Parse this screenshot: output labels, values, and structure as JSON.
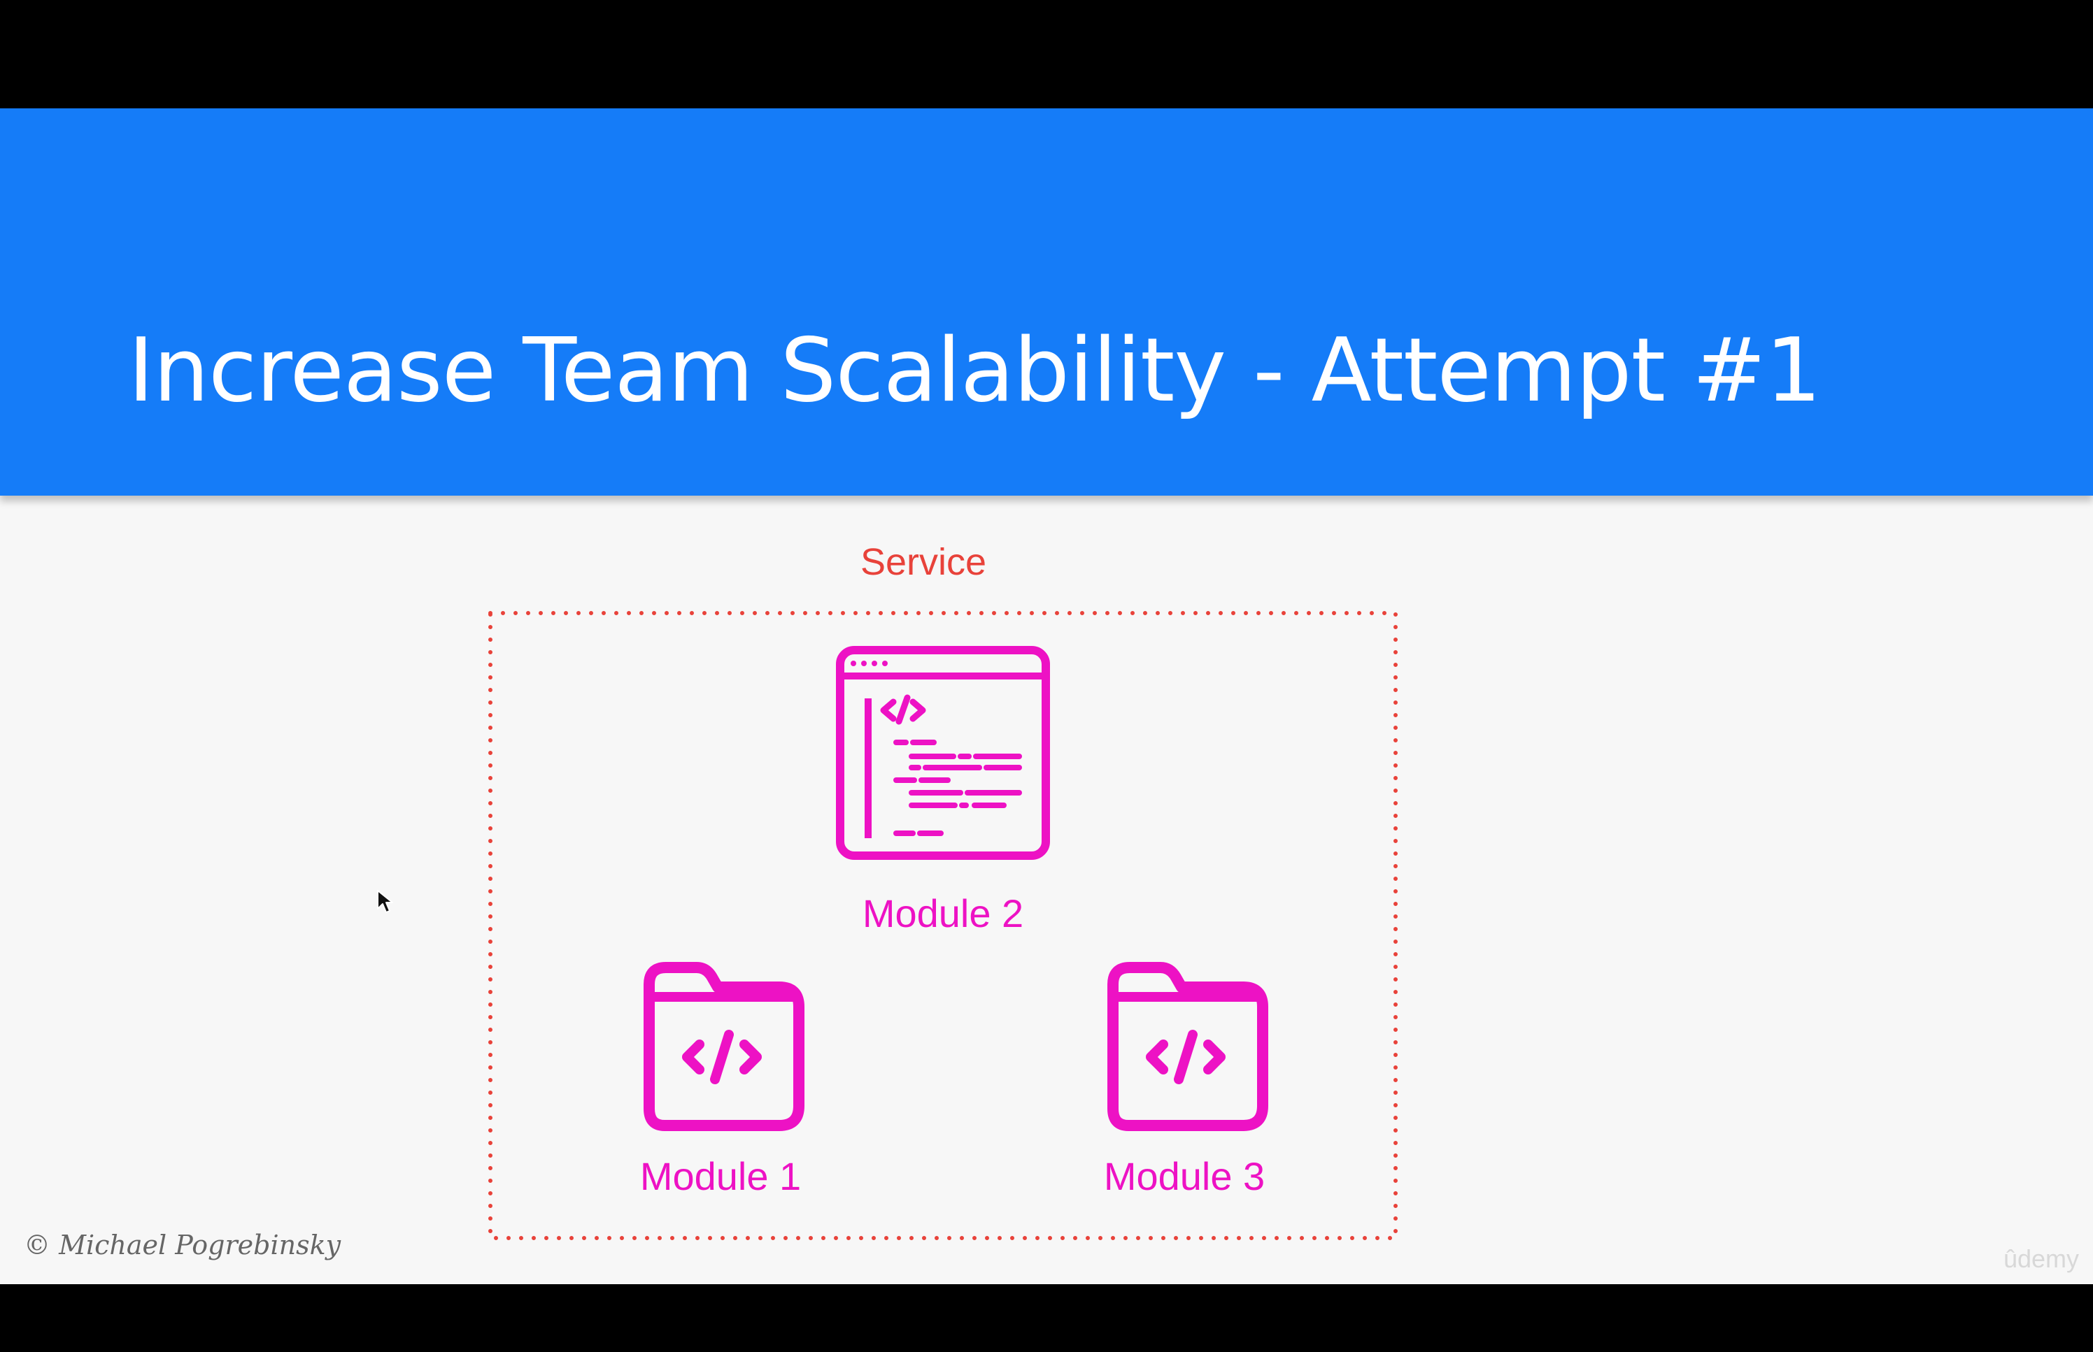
{
  "slide": {
    "title": "Increase Team Scalability - Attempt #1",
    "copyright": "© Michael Pogrebinsky",
    "watermark": "ûdemy"
  },
  "diagram": {
    "container_label": "Service",
    "modules": [
      {
        "label": "Module 2",
        "icon": "code-window-icon"
      },
      {
        "label": "Module 1",
        "icon": "code-folder-icon"
      },
      {
        "label": "Module 3",
        "icon": "code-folder-icon"
      }
    ]
  },
  "colors": {
    "title_bar": "#157cf8",
    "slide_background": "#f7f7f7",
    "service_border": "#e8423a",
    "module_accent": "#ed12c4",
    "letterbox": "#000000"
  }
}
